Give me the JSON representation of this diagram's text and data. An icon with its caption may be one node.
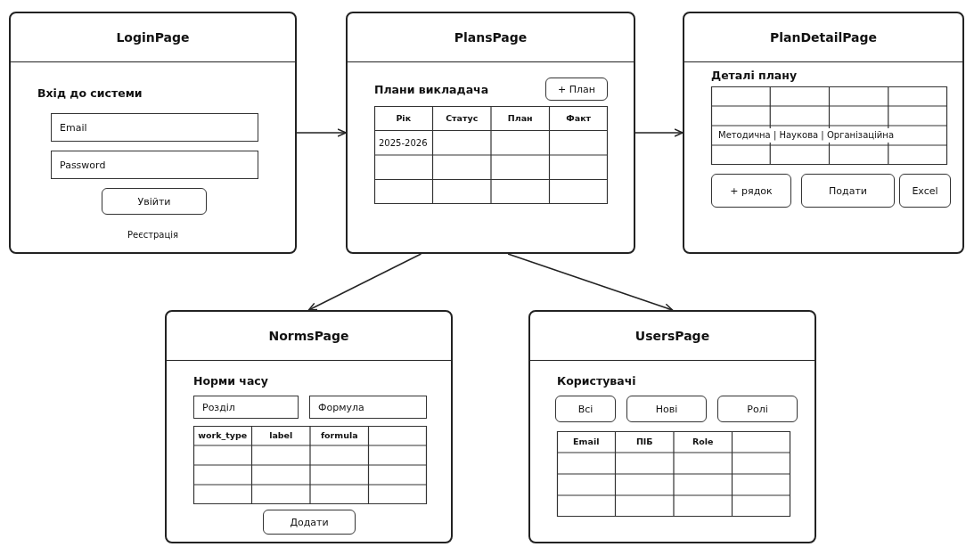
{
  "diagram": {
    "nodes": [
      {
        "text": [
          "LoginPage"
        ]
      },
      {
        "text": [
          "Email"
        ],
        "in": 0
      },
      {
        "text": [
          "Password"
        ],
        "in": 0
      },
      {
        "text": [
          "Увійти"
        ],
        "in": 0
      },
      {
        "text": [
          "PlansPage"
        ]
      },
      {
        "text": [
          "+ План"
        ],
        "in": 4
      },
      {
        "text": [
          "PlanDetailPage"
        ]
      },
      {
        "text": [
          "+ рядок"
        ],
        "in": 6
      },
      {
        "text": [
          "Подати"
        ],
        "in": 6
      },
      {
        "text": [
          "Excel"
        ],
        "in": 6
      },
      {
        "text": [
          "NormsPage"
        ]
      },
      {
        "text": [
          "Розділ"
        ],
        "in": 10
      },
      {
        "text": [
          "Формула"
        ],
        "in": 10
      },
      {
        "text": [
          "Додати"
        ],
        "in": 10
      },
      {
        "text": [
          "UsersPage"
        ]
      },
      {
        "text": [
          "Всі"
        ],
        "in": 14
      },
      {
        "text": [
          "Нові"
        ],
        "in": 14
      },
      {
        "text": [
          "Ролі"
        ],
        "in": 14
      }
    ],
    "edges": [
      {
        "from": 0,
        "to": 4,
        "arrow": "to"
      },
      {
        "from": 4,
        "to": 6,
        "arrow": "to"
      },
      {
        "from": 4,
        "to": 10,
        "arrow": "to"
      },
      {
        "from": 4,
        "to": 14,
        "arrow": "to"
      }
    ],
    "labels": [
      "Вхід до системи",
      "Реєстрація",
      "Плани викладача",
      "Рік",
      "Статус",
      "План",
      "Факт",
      "2025-2026",
      "Деталі плану",
      "Методична | Наукова | Організаційна",
      "Норми часу",
      "work_type",
      "label",
      "formula",
      "Користувачі",
      "Email",
      "ПІБ",
      "Role"
    ]
  }
}
